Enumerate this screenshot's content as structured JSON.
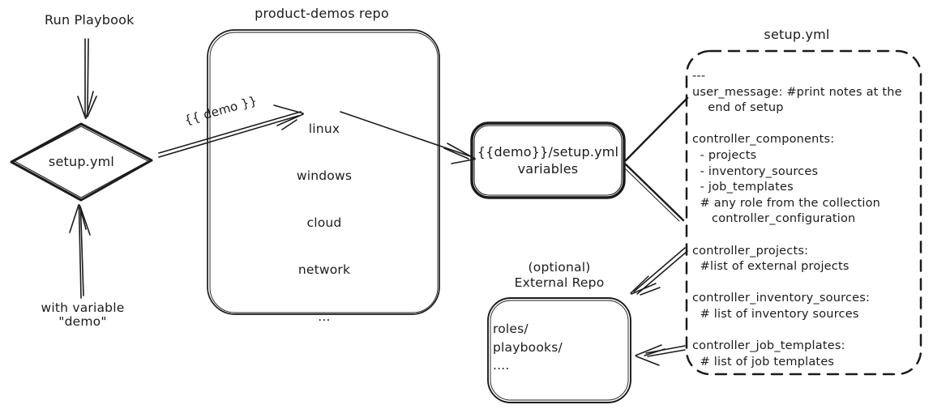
{
  "labels": {
    "run_playbook": "Run Playbook",
    "with_variable": "with variable\n\"demo\"",
    "diamond": "setup.yml",
    "demo_arrow": "{{ demo }}"
  },
  "repo": {
    "title": "product-demos repo",
    "items": [
      "linux",
      "windows",
      "cloud",
      "network",
      "..."
    ]
  },
  "variables_box": {
    "label": "{{demo}}/setup.yml\nvariables"
  },
  "setup_yml_box": {
    "title": "setup.yml",
    "content": "---\nuser_message: #print notes at the\n    end of setup\n\ncontroller_components:\n  - projects\n  - inventory_sources\n  - job_templates\n  # any role from the collection\n     controller_configuration\n\ncontroller_projects:\n  #list of external projects\n\ncontroller_inventory_sources:\n  # list of inventory sources\n\ncontroller_job_templates:\n  # list of job templates"
  },
  "external_repo": {
    "title": "(optional)\nExternal Repo",
    "content": "roles/\nplaybooks/\n...."
  },
  "colors": {
    "ink": "#1b1b1b",
    "background": "#ffffff"
  }
}
